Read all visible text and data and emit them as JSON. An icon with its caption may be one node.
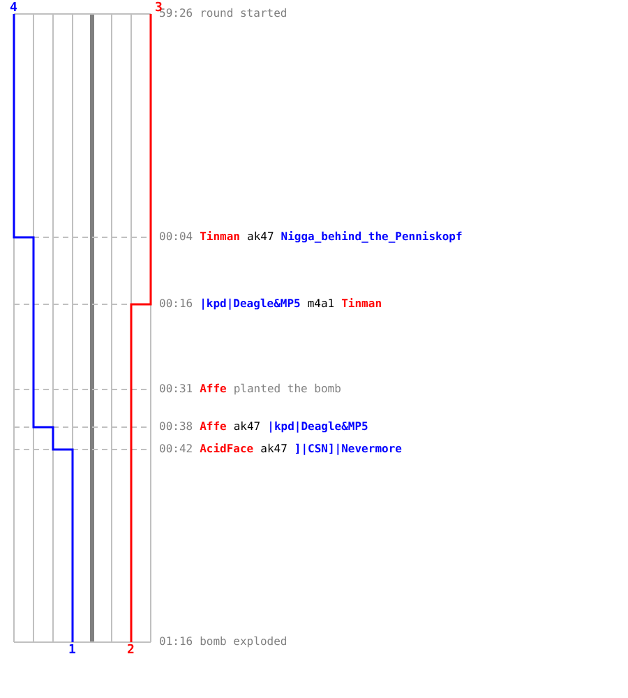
{
  "diagram": {
    "labels": [
      "4",
      "3",
      "59:26",
      "round started",
      "00:04",
      "Tinman",
      "ak47",
      "Nigga_behind_the_Penniskopf",
      "00:16",
      "|kpd|Deagle&MP5",
      "m4a1",
      "Tinman",
      "00:31",
      "Affe",
      "planted the bomb",
      "00:38",
      "Affe",
      "ak47",
      "|kpd|Deagle&MP5",
      "00:42",
      "AcidFace",
      "ak47",
      "]|CSN]|Nevermore",
      "1",
      "2",
      "01:16",
      "bomb exploded"
    ]
  }
}
